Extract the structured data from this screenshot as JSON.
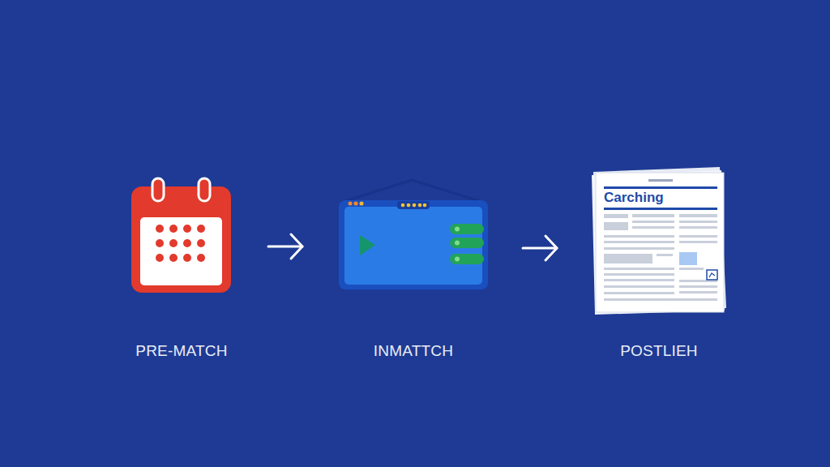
{
  "diagram": {
    "nodes": [
      {
        "text": [
          "PRE-MATCH"
        ]
      },
      {
        "text": [
          "INMATTCH"
        ]
      },
      {
        "text": [
          "Carching",
          "POSTLIEH"
        ]
      }
    ],
    "edges": [
      {
        "from": 0,
        "to": 1,
        "arrow": "to"
      },
      {
        "from": 1,
        "to": 2,
        "arrow": "to"
      }
    ]
  }
}
